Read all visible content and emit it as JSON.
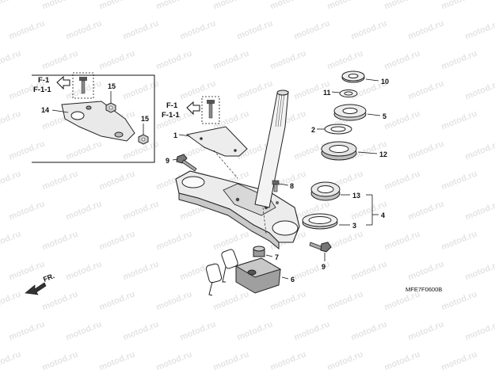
{
  "watermark": "motod.ru",
  "inset_refs": {
    "line1": "F-1",
    "line2": "F-1-1"
  },
  "main_refs": {
    "line1": "F-1",
    "line2": "F-1-1"
  },
  "front_arrow": "FR.",
  "diagram_code": "MFE7F0600B",
  "callouts": {
    "c1": "1",
    "c2": "2",
    "c3": "3",
    "c4": "4",
    "c5": "5",
    "c6": "6",
    "c7": "7",
    "c8": "8",
    "c9a": "9",
    "c9b": "9",
    "c10": "10",
    "c11": "11",
    "c12": "12",
    "c13": "13",
    "c14": "14",
    "c15a": "15",
    "c15b": "15"
  }
}
